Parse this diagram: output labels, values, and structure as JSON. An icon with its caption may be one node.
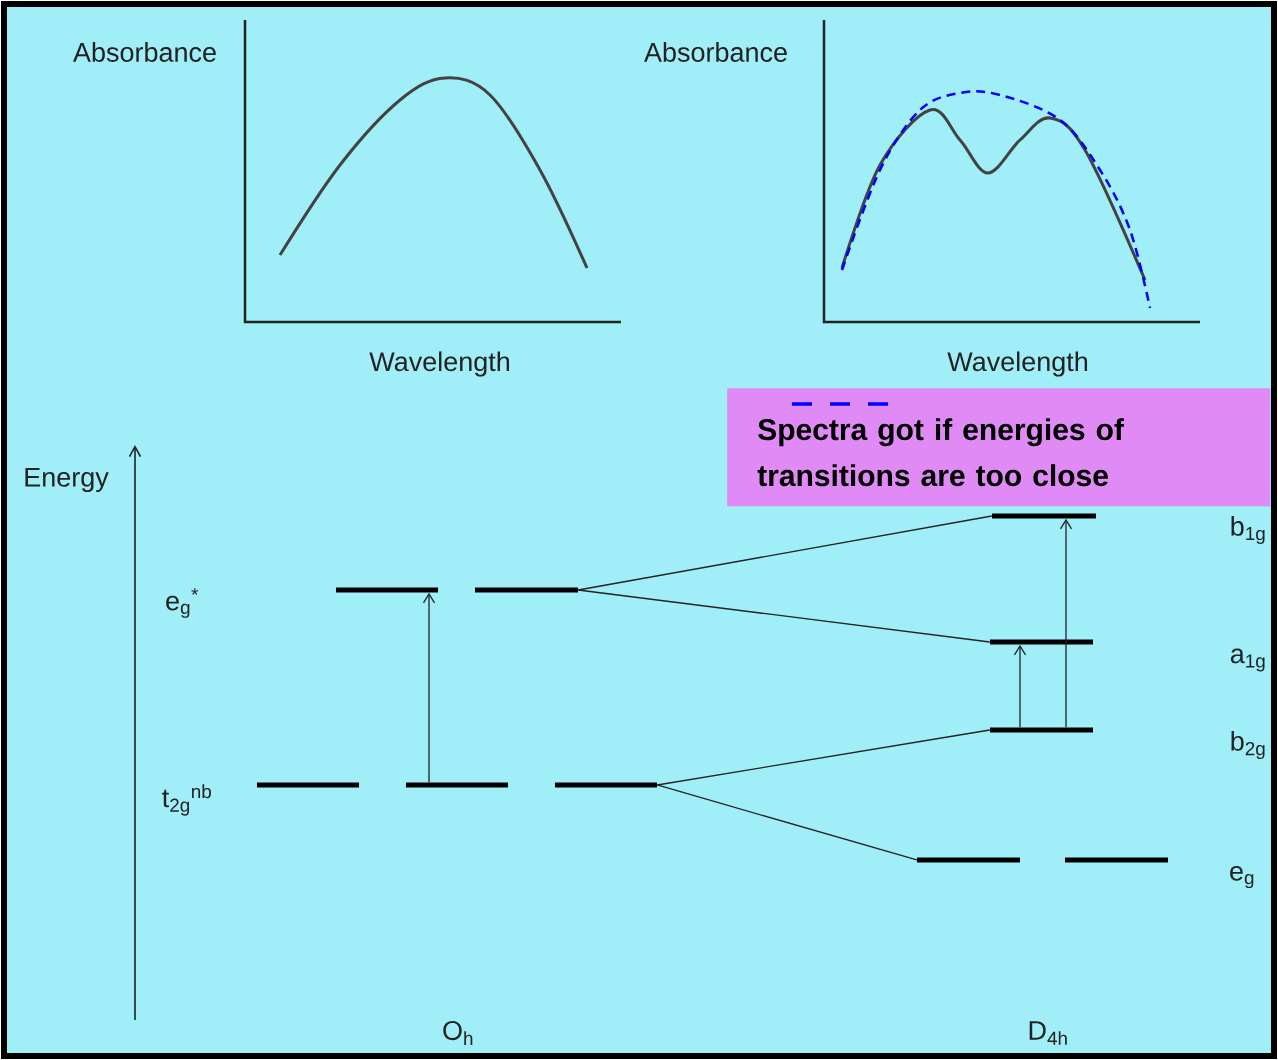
{
  "diagram": {
    "nodes": [
      {
        "text": [],
        "shape": "bar"
      },
      {
        "text": [],
        "shape": "bar"
      },
      {
        "text": [],
        "shape": "bar"
      },
      {
        "text": [],
        "shape": "bar"
      },
      {
        "text": [],
        "shape": "bar"
      },
      {
        "text": [],
        "shape": "bar"
      },
      {
        "text": [],
        "shape": "bar"
      },
      {
        "text": [],
        "shape": "bar"
      },
      {
        "text": [],
        "shape": "bar"
      },
      {
        "text": [],
        "shape": "bar"
      }
    ],
    "edges": [
      {
        "from": 1,
        "to": 5,
        "arrow": "none"
      },
      {
        "from": 1,
        "to": 6,
        "arrow": "none"
      },
      {
        "from": 4,
        "to": 7,
        "arrow": "none"
      },
      {
        "from": 4,
        "to": 8,
        "arrow": "none"
      },
      {
        "from": 3,
        "to": 0,
        "arrow": "to"
      },
      {
        "from": 7,
        "to": 6,
        "arrow": "to"
      },
      {
        "from": 7,
        "to": 5,
        "arrow": "to"
      }
    ],
    "labels": [
      "Absorbance",
      "Absorbance",
      "Wavelength",
      "Wavelength",
      "Energy",
      "e$_{g}$$^{*}$",
      "t$_{2g}$$^{nb}$",
      "b$_{1g}$",
      "a$_{1g}$",
      "b$_{2g}$",
      "e$_{g}$",
      "O$_{h}$",
      "D$_{4h}$"
    ],
    "legend": [
      {
        "text": "Spectra got if energies of transitions are too close"
      }
    ]
  }
}
